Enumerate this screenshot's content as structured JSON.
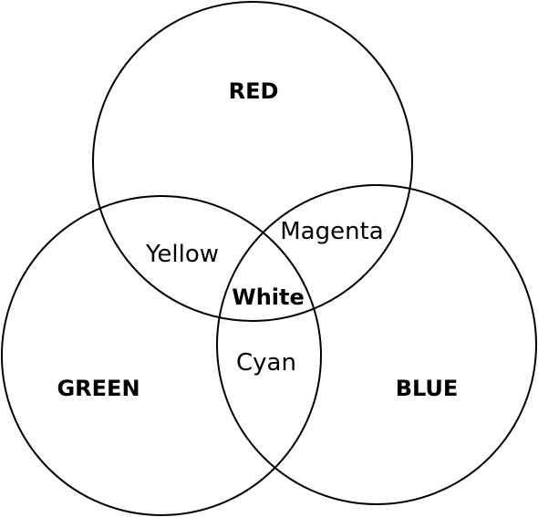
{
  "diagram": {
    "sets": {
      "red": {
        "label": "RED"
      },
      "green": {
        "label": "GREEN"
      },
      "blue": {
        "label": "BLUE"
      }
    },
    "overlaps": {
      "red_green": "Yellow",
      "red_blue": "Magenta",
      "green_blue": "Cyan",
      "all": "White"
    }
  }
}
